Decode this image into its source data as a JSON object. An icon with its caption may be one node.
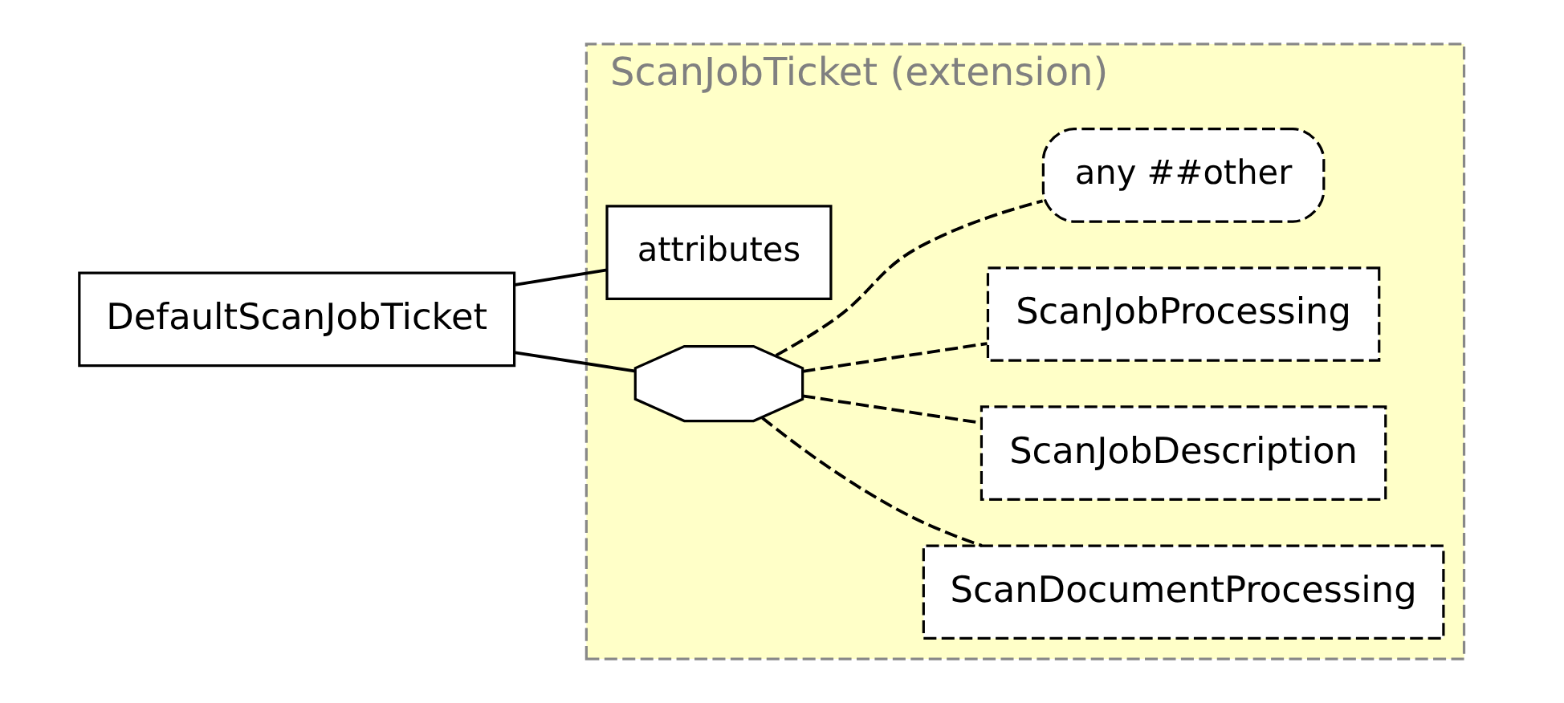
{
  "diagram": {
    "nodes": [
      {
        "text": [
          "DefaultScanJobTicket"
        ]
      },
      {
        "text": [
          "ScanJobTicket (extension)"
        ]
      },
      {
        "text": [
          "attributes"
        ],
        "in": 1
      },
      {
        "text": [],
        "shape": "octagon",
        "in": 1
      },
      {
        "text": [
          "ScanDocumentProcessing"
        ],
        "in": 1
      },
      {
        "text": [
          "ScanJobDescription"
        ],
        "in": 1
      },
      {
        "text": [
          "ScanJobProcessing"
        ],
        "in": 1
      },
      {
        "text": [
          "any ##other"
        ],
        "in": 1
      }
    ],
    "edges": [
      {
        "from": 0,
        "to": 2,
        "arrow": "none"
      },
      {
        "from": 0,
        "to": 3,
        "arrow": "none"
      },
      {
        "from": 3,
        "to": 4,
        "arrow": "none",
        "style": "dashed"
      },
      {
        "from": 3,
        "to": 5,
        "arrow": "none",
        "style": "dashed"
      },
      {
        "from": 3,
        "to": 6,
        "arrow": "none",
        "style": "dashed"
      },
      {
        "from": 3,
        "to": 7,
        "arrow": "none",
        "style": "dashed"
      }
    ]
  }
}
